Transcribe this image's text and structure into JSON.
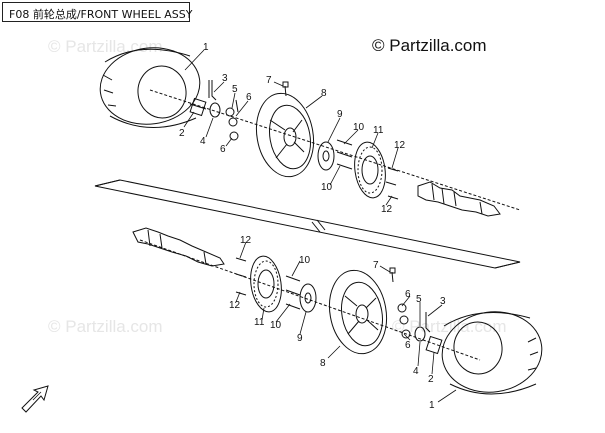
{
  "header": {
    "title": "F08 前轮总成/FRONT WHEEL ASSY"
  },
  "copyright": "© Partzilla.com",
  "watermarks": [
    "© Partzilla.com",
    "© Partzilla.com",
    "© Partzilla.com"
  ],
  "callouts": {
    "top": {
      "tire": "1",
      "nut": "2",
      "pin": "3",
      "washer": "4",
      "lug_nut": "5",
      "nut_small": "6",
      "valve": "7",
      "rim": "8",
      "hub": "9",
      "bolt": "10",
      "disc": "11",
      "disc_bolt": "12"
    },
    "bottom": {
      "tire": "1",
      "nut": "2",
      "pin": "3",
      "washer": "4",
      "lug_nut": "5",
      "nut_small": "6",
      "valve": "7",
      "rim": "8",
      "hub": "9",
      "bolt": "10",
      "disc": "11",
      "disc_bolt": "12"
    }
  },
  "colors": {
    "line": "#111111",
    "watermark": "#e6e6e6",
    "background": "#ffffff"
  }
}
